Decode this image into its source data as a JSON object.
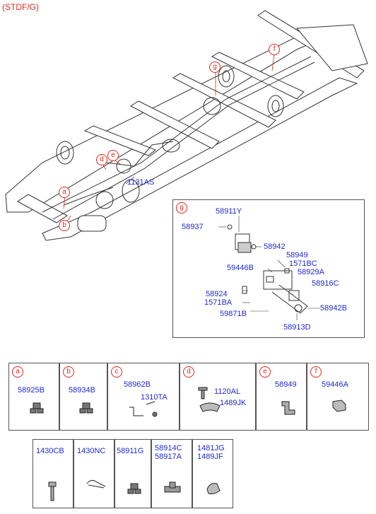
{
  "header": {
    "variant": "(STDF/G)"
  },
  "main_diagram": {
    "callouts": [
      "a",
      "b",
      "d",
      "e",
      "f",
      "g"
    ],
    "part_label": "1131AS"
  },
  "detail_g": {
    "badge": "g",
    "labels": [
      "58911Y",
      "58937",
      "58942",
      "58949",
      "1571BC",
      "59446B",
      "58929A",
      "58916C",
      "58924",
      "1571BA",
      "59871B",
      "58942B",
      "58913D"
    ]
  },
  "parts_row1": [
    {
      "badge": "a",
      "parts": [
        "58925B"
      ]
    },
    {
      "badge": "b",
      "parts": [
        "58934B"
      ]
    },
    {
      "badge": "c",
      "parts": [
        "58962B",
        "1310TA"
      ]
    },
    {
      "badge": "d",
      "parts": [
        "1120AL",
        "1489JK"
      ]
    },
    {
      "badge": "e",
      "parts": [
        "58949"
      ]
    },
    {
      "badge": "f",
      "parts": [
        "59446A"
      ]
    }
  ],
  "parts_row2": [
    {
      "parts": [
        "1430CB"
      ]
    },
    {
      "parts": [
        "1430NC"
      ]
    },
    {
      "parts": [
        "58911G"
      ]
    },
    {
      "parts": [
        "58914C",
        "58917A"
      ]
    },
    {
      "parts": [
        "1481JG",
        "1489JF"
      ]
    }
  ]
}
